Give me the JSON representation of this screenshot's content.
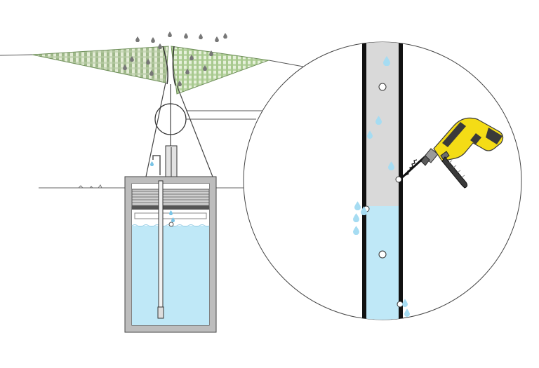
{
  "colors": {
    "background": "#ffffff",
    "line": "#555555",
    "net_left_a": "#9fb98a",
    "net_left_b": "#e4ecd6",
    "net_right_a": "#a8c98f",
    "net_right_b": "#e6f0da",
    "droplet": "#777777",
    "water": "#bfe8f7",
    "water_drop": "#a6dcf2",
    "tank_wall": "#bdbdbd",
    "tank_edge": "#444444",
    "pipe_fill": "#d9d9d9",
    "pipe_wall": "#111111",
    "drill_body": "#f4dc16",
    "drill_dark": "#3a3a3a",
    "drill_chuck": "#9a9a9a"
  },
  "icons": {
    "fog_net": "mesh-net-icon",
    "droplet": "water-drop-icon",
    "drill": "power-drill-icon",
    "tank": "water-tank-icon",
    "magnifier": "detail-circle-icon"
  },
  "diagram": {
    "components": [
      "fog-collection-nets",
      "mast",
      "detail-callout",
      "storage-tank",
      "filter-layer",
      "stored-water",
      "perforated-pipe",
      "drill"
    ]
  }
}
